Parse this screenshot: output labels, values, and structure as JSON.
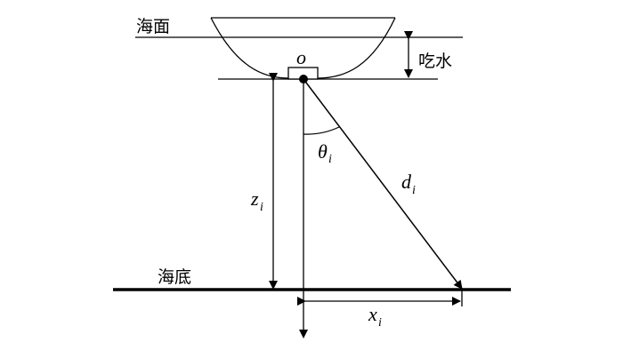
{
  "labels": {
    "sea_surface": "海面",
    "draft": "吃水",
    "seabed": "海底",
    "origin": "o",
    "theta": "θ",
    "d": "d",
    "z": "z",
    "x": "x",
    "subscript": "i"
  }
}
